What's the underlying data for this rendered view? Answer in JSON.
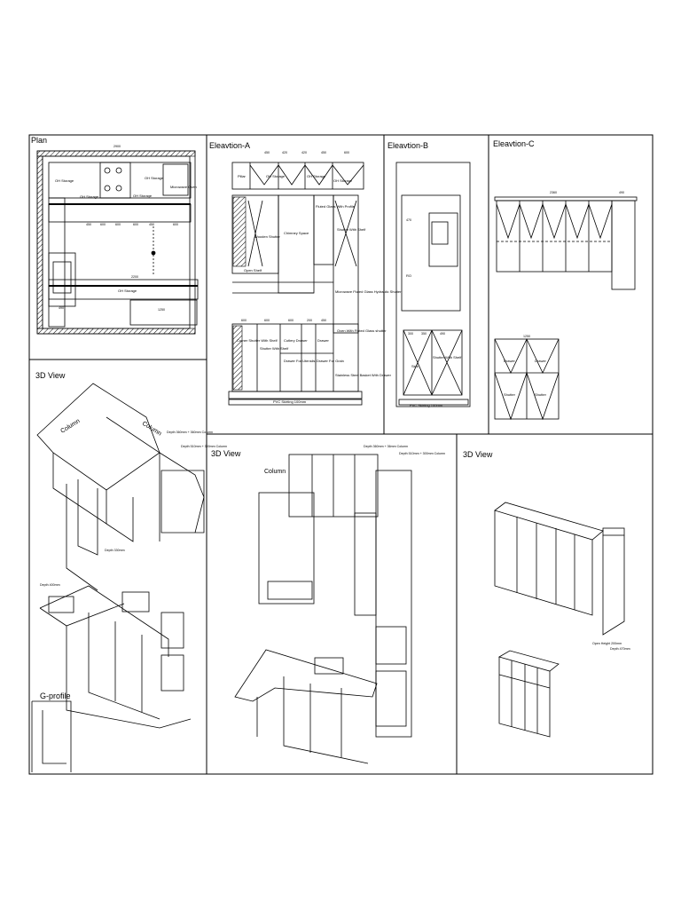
{
  "panels": {
    "plan": {
      "title": "Plan",
      "dims": {
        "top": "2900",
        "center": "2200",
        "counter": "1250",
        "left": "490"
      },
      "row_dims": [
        "450",
        "600",
        "600",
        "600",
        "450",
        "600"
      ],
      "labels": {
        "oh1": "OH Storage",
        "oh2": "OH Storage",
        "oh3": "OH Storage",
        "oh4": "OH Storage",
        "oh5": "OH Storage",
        "micro": "Microwave Oven"
      }
    },
    "elev_a": {
      "title": "Eleavtion-A",
      "top_dims": [
        "450",
        "420",
        "420",
        "450",
        "600"
      ],
      "labels": {
        "pillar": "Pillar",
        "oh1": "OH Storage",
        "oh2": "OH Storage",
        "oh3": "OH Storage",
        "chimney": "Chimney Space",
        "wooden": "Wooden Shutter",
        "open_shelf": "Open Shelf",
        "fluted": "Fluted Glass With Profile",
        "shutter_shelf": "Shutter With Shelf",
        "hydraulic": "Microwave Fluted Glass Hydraulic Shutter",
        "corner": "Corner Shutter With Shelf",
        "shutter_with_shelf": "Shutter With Shelf",
        "cutlery": "Cutlery Drawer",
        "drawer": "Drawer",
        "utensil": "Drawer For Utensils",
        "grain": "Drawer For Grain",
        "oven": "Oven With Fluted Glass shutter",
        "steel": "Stainless Steel Basket With Drawer",
        "skirting": "PVC Skirting 100mm"
      },
      "bottom_dims": [
        "600",
        "600",
        "600",
        "200",
        "450"
      ]
    },
    "elev_b": {
      "title": "Eleavtion-B",
      "labels": {
        "ro": "RO",
        "sink": "Sink",
        "shutter": "Shutter With Shelf",
        "skirting": "PVC Skirting 100mm"
      },
      "dims": [
        "470",
        "300",
        "350",
        "490"
      ]
    },
    "elev_c": {
      "title": "Eleavtion-C",
      "dims": {
        "top": "2360",
        "right": "490",
        "counter": "1250"
      },
      "labels": {
        "drawer1": "Drawer",
        "drawer2": "Drawer",
        "shutter1": "Shutter",
        "shutter2": "Shutter"
      }
    },
    "view1": {
      "title": "3D View",
      "labels": {
        "column1": "Column",
        "column2": "Column",
        "depth1": "Depth 360mm + 360mm Column",
        "depth2": "Depth 510mm + 300mm Column",
        "depth3": "Depth 330mm",
        "depth4": "Depth 400mm",
        "gprofile": "G-profile"
      }
    },
    "view2": {
      "title": "3D View",
      "labels": {
        "column": "Column",
        "depth1": "Depth 360mm + 36mm Column",
        "depth2": "Depth 510mm + 300mm Column"
      }
    },
    "view3": {
      "title": "3D View",
      "labels": {
        "open": "Open Height 200mm",
        "depth": "Depth 470mm"
      }
    }
  }
}
